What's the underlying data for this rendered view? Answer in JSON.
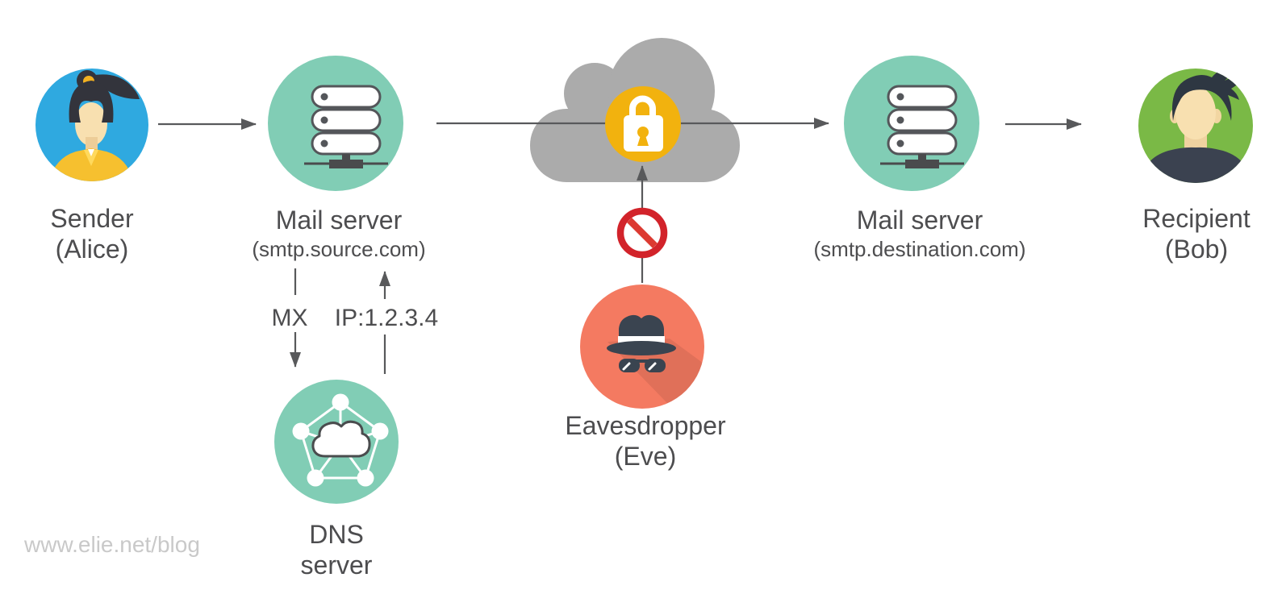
{
  "colors": {
    "sender_bg": "#2FA9E0",
    "server_bg": "#81CDB5",
    "cloud_bg": "#ABABAB",
    "lock_bg": "#F2B20E",
    "recipient_bg": "#7AB946",
    "eavesdropper_bg": "#F47A61",
    "blocked_ring": "#D2232A",
    "blocked_slash": "#DC3A31",
    "line": "#58595B",
    "label_text": "#4D4D4F",
    "watermark_text": "#C9C9C9"
  },
  "nodes": {
    "sender": {
      "line1": "Sender",
      "line2": "(Alice)",
      "icon": "woman-avatar-icon"
    },
    "mail_server_source": {
      "line1": "Mail server",
      "line2": "(smtp.source.com)",
      "icon": "server-rack-icon"
    },
    "internet": {
      "icon": "cloud-icon",
      "overlay_icon": "padlock-icon"
    },
    "mail_server_destination": {
      "line1": "Mail server",
      "line2": "(smtp.destination.com)",
      "icon": "server-rack-icon"
    },
    "recipient": {
      "line1": "Recipient",
      "line2": "(Bob)",
      "icon": "man-avatar-icon"
    },
    "dns_server": {
      "line1": "DNS",
      "line2": "server",
      "icon": "network-pentagon-icon"
    },
    "eavesdropper": {
      "line1": "Eavesdropper",
      "line2": "(Eve)",
      "icon": "spy-hat-glasses-icon",
      "blocked_icon": "no-entry-icon"
    }
  },
  "arrows": {
    "mx_label": "MX",
    "ip_label": "IP:1.2.3.4"
  },
  "watermark": "www.elie.net/blog"
}
